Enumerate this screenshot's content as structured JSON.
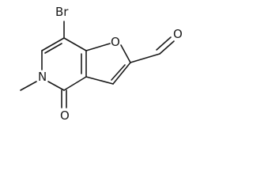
{
  "atoms": {
    "br": "Br",
    "o_furan": "O",
    "o_aldehyde": "O",
    "n": "N",
    "o_ketone": "O"
  }
}
